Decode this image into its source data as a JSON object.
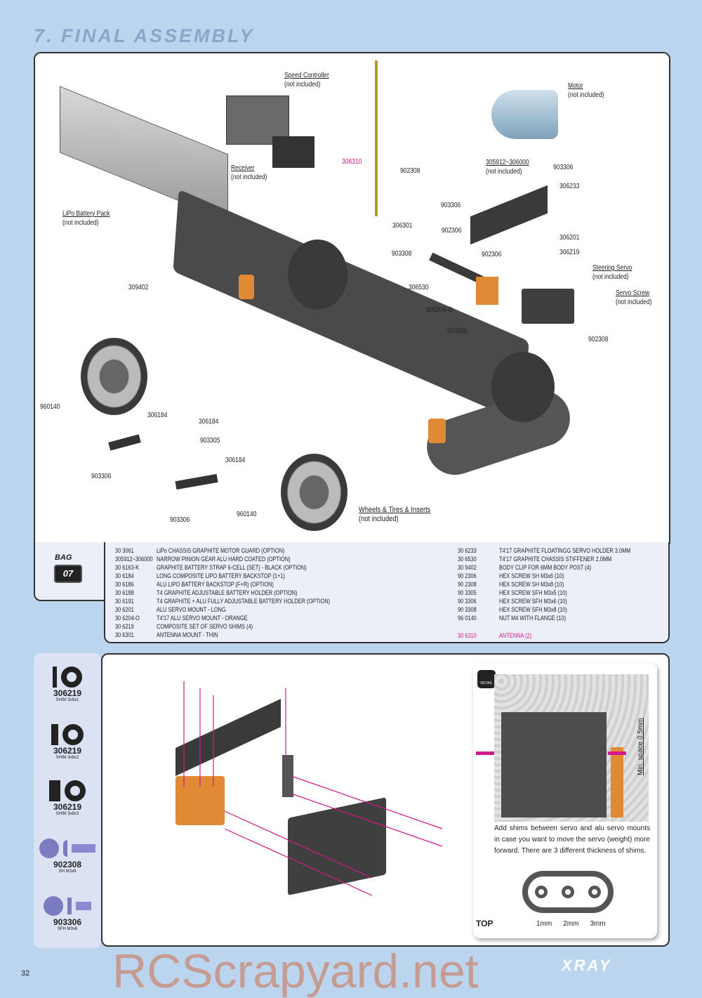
{
  "header": {
    "title": "7. FINAL ASSEMBLY"
  },
  "diagram_labels": [
    {
      "id": "speed-controller",
      "text": "Speed Controller",
      "sub": "(not included)"
    },
    {
      "id": "motor",
      "text": "Motor",
      "sub": "(not included)"
    },
    {
      "id": "receiver",
      "text": "Receiver",
      "sub": "(not included)"
    },
    {
      "id": "lipo",
      "text": "LiPo Battery Pack",
      "sub": "(not included)"
    },
    {
      "id": "pinion",
      "text": "305912~306000",
      "sub": "(not included)"
    },
    {
      "id": "steering-servo",
      "text": "Steering Servo",
      "sub": "(not included)"
    },
    {
      "id": "servo-screw",
      "text": "Servo Screw",
      "sub": "(not included)"
    },
    {
      "id": "wheels",
      "text": "Wheels & Tires & Inserts",
      "sub": "(not included)"
    }
  ],
  "part_callouts": [
    "306310",
    "902308",
    "903306",
    "306233",
    "903306",
    "306301",
    "902306",
    "306201",
    "306219",
    "903308",
    "902306",
    "309402",
    "306530",
    "306204-O",
    "903306",
    "902308",
    "960140",
    "306184",
    "306184",
    "903305",
    "306184",
    "903306",
    "903306",
    "960140"
  ],
  "bag": {
    "label": "BAG",
    "number": "07"
  },
  "parts_list": {
    "left": [
      [
        "30 3061",
        "LiPo CHASSIS GRAPHITE MOTOR GUARD (OPTION)"
      ],
      [
        "305912~306000",
        "NARROW PINION GEAR ALU HARD COATED (OPTION)"
      ],
      [
        "30 6163-K",
        "GRAPHITE BATTERY STRAP 6-CELL (SET) - BLACK (OPTION)"
      ],
      [
        "30 6184",
        "LONG COMPOSITE LIPO BATTERY BACKSTOP (1+1)"
      ],
      [
        "30 6186",
        "ALU LIPO BATTERY BACKSTOP (F+R) (OPTION)"
      ],
      [
        "30 6188",
        "T4 GRAPHITE ADJUSTABLE BATTERY HOLDER  (OPTION)"
      ],
      [
        "30 6191",
        "T4 GRAPHITE + ALU FULLY ADJUSTABLE BATTERY HOLDER (OPTION)"
      ],
      [
        "30 6201",
        "ALU SERVO MOUNT - LONG"
      ],
      [
        "30 6204-O",
        "T4'17 ALU SERVO MOUNT - ORANGE"
      ],
      [
        "30 6219",
        "COMPOSITE SET OF SERVO SHIMS (4)"
      ],
      [
        "30 6301",
        "ANTENNA MOUNT - THIN"
      ]
    ],
    "right": [
      [
        "30 6233",
        "T4'17 GRAPHITE  FLOATINGG SERVO HOLDER 3.0MM"
      ],
      [
        "30 6530",
        "T4'17 GRAPHITE CHASSIS STIFFENER 2.0MM"
      ],
      [
        "30 9402",
        "BODY CLIP FOR 6MM BODY POST (4)"
      ],
      [
        "90 2306",
        "HEX SCREW SH M3x6  (10)"
      ],
      [
        "90 2308",
        "HEX SCREW SH M3x8  (10)"
      ],
      [
        "90 3305",
        "HEX SCREW SFH M3x5  (10)"
      ],
      [
        "90 3306",
        "HEX SCREW SFH M3x6  (10)"
      ],
      [
        "90 3308",
        "HEX SCREW SFH M3x8  (10)"
      ],
      [
        "96 0140",
        "NUT M4 WITH FLANGE  (10)"
      ]
    ],
    "highlight": [
      "30 6310",
      "ANTENNA (2)"
    ]
  },
  "sidebar": [
    {
      "num": "306219",
      "desc": "SHIM 3x6x1"
    },
    {
      "num": "306219",
      "desc": "SHIM 3x6x2"
    },
    {
      "num": "306219",
      "desc": "SHIM 3x6x3"
    },
    {
      "num": "902308",
      "desc": "SH M3x8"
    },
    {
      "num": "903306",
      "desc": "SFH M3x6"
    }
  ],
  "detail": {
    "badge": "DETAIL",
    "dimension": "Min. space 0.5mm",
    "note": "Add shims between servo and alu servo mounts in case you want to move the servo (weight) more forward. There are 3 different thickness of shims.",
    "shim_sizes": [
      "1mm",
      "2mm",
      "3mm"
    ],
    "view": "TOP"
  },
  "footer": {
    "page": "32",
    "brand": "XRAY"
  },
  "watermark": "RCScrapyard.net",
  "colors": {
    "page_bg": "#bcd5ef",
    "highlight": "#d0198a",
    "orange": "#e08a35"
  }
}
